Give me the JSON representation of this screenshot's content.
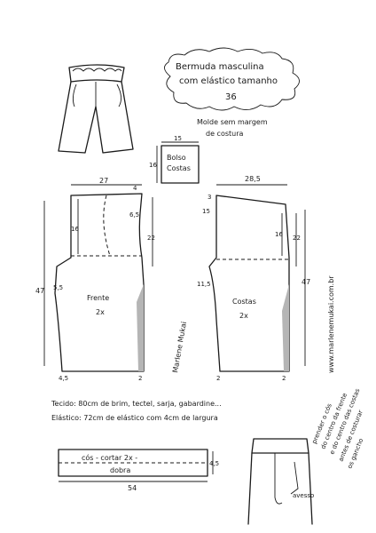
{
  "title": {
    "line1": "Bermuda masculina",
    "line2": "com elástico tamanho",
    "line3": "36"
  },
  "note": {
    "line1": "Molde sem margem",
    "line2": "de costura"
  },
  "pocket": {
    "width": "15",
    "height": "16",
    "label1": "Bolso",
    "label2": "Costas"
  },
  "front": {
    "width": "27",
    "dim_top_right": "4",
    "dim_rise": "6,5",
    "dim_crotch_depth": "16",
    "dim_side": "22",
    "dim_length": "47",
    "dim_crotch_ext": "5,5",
    "label": "Frente",
    "cut_count": "2x",
    "dim_hem_left": "4,5",
    "dim_hem_right": "2"
  },
  "back": {
    "width": "28,5",
    "dim_top_left": "3",
    "dim_rise": "15",
    "dim_crotch_depth": "16",
    "dim_side": "22",
    "dim_length": "47",
    "dim_crotch_ext": "11,5",
    "label": "Costas",
    "cut_count": "2x",
    "dim_hem_left": "2",
    "dim_hem_right": "2"
  },
  "signature": "Marlene Mukai",
  "website": "www.marlenemukai.com.br",
  "materials": {
    "fabric": "Tecido: 80cm de brim, tectel, sarja, gabardine...",
    "elastic": "Elástico: 72cm de elástico com 4cm de largura"
  },
  "waistband": {
    "cut_label": "cós - cortar 2x -",
    "fold_label": "dobra",
    "height": "4,5",
    "length": "54"
  },
  "detail": {
    "reverse_label": "avesso"
  },
  "instructions": {
    "line1": "prender o cós",
    "line2": "do centro da frente",
    "line3": "e do centro das costas",
    "line4": "antes de costurar",
    "line5": "os gancho"
  }
}
